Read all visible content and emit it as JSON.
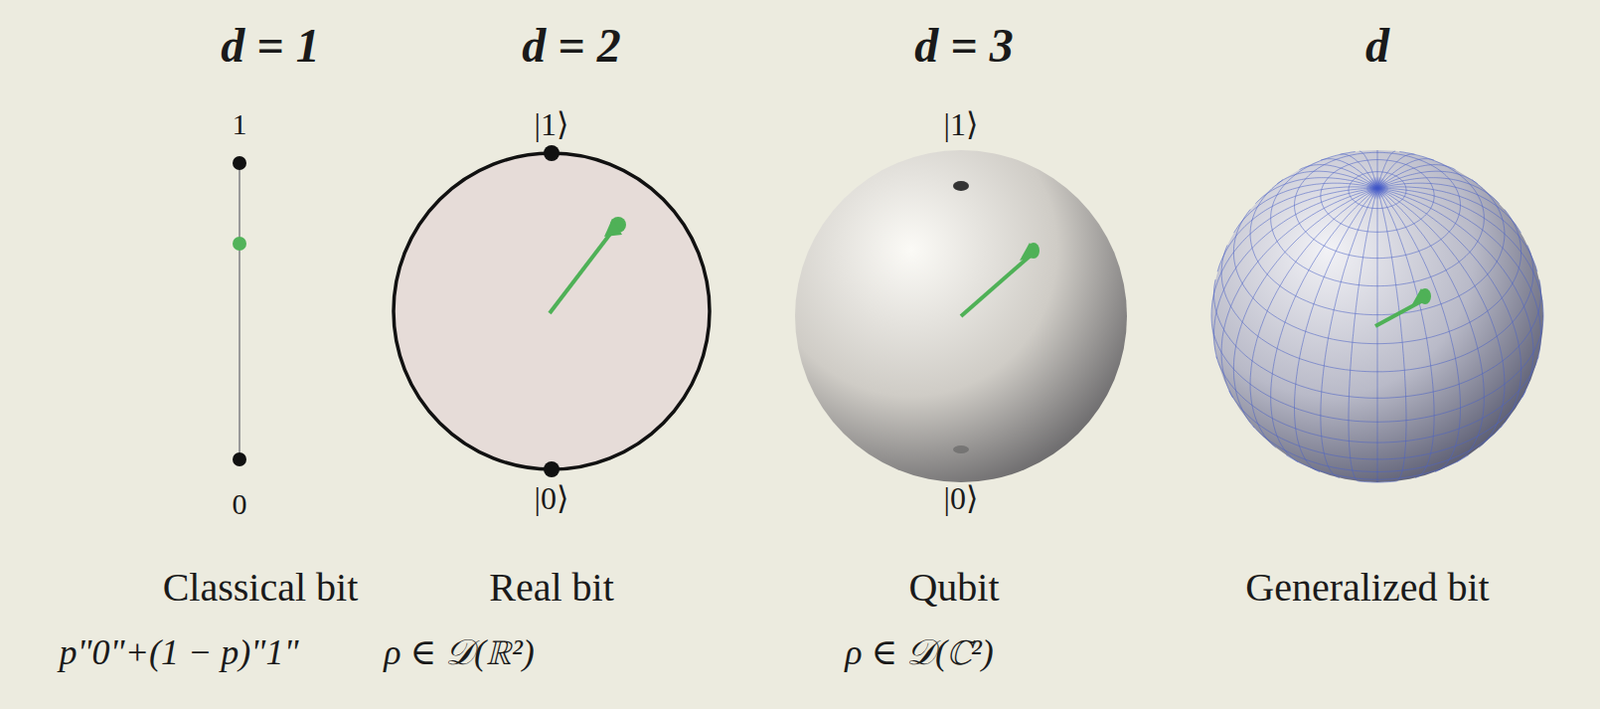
{
  "diagram": {
    "labels": [
      "d = 1",
      "d = 2",
      "d = 3",
      "d",
      "1",
      "|1⟩",
      "|1⟩",
      "0",
      "|0⟩",
      "|0⟩",
      "Classical bit",
      "Real bit",
      "Qubit",
      "Generalized bit",
      "p\"0\"+(1 − p)\"1\"",
      "ρ ∈ 𝒟(ℝ²)",
      "ρ ∈ 𝒟(ℂ²)"
    ]
  }
}
